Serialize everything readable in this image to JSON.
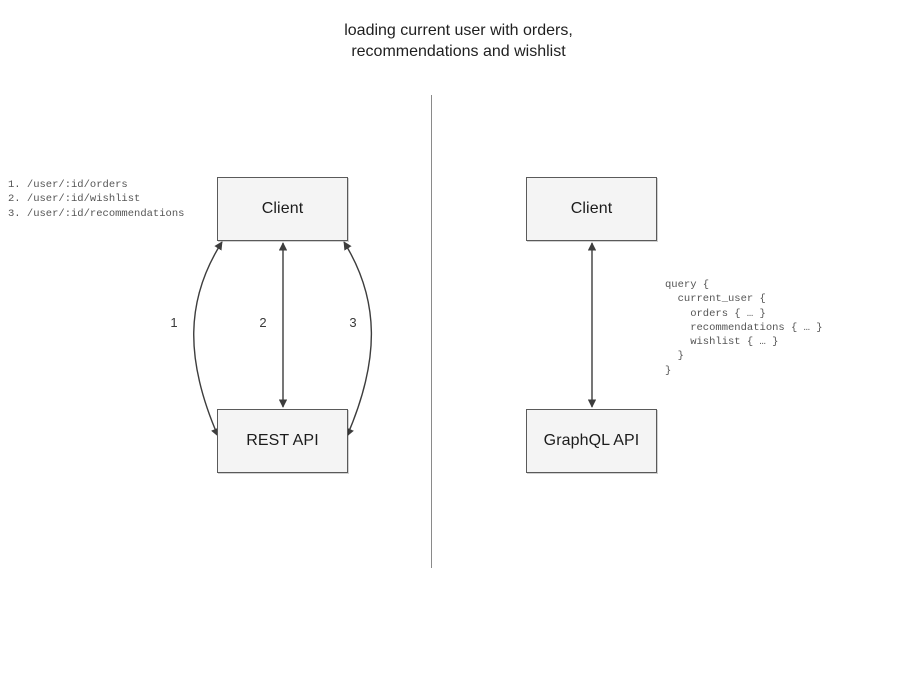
{
  "diagram": {
    "title": "loading current user with orders,\nrecommendations and wishlist",
    "divider_color": "#8a8a8a"
  },
  "rest_side": {
    "client_label": "Client",
    "api_label": "REST API",
    "endpoint_list": "1. /user/:id/orders\n2. /user/:id/wishlist\n3. /user/:id/recommendations",
    "edges": [
      {
        "label": "1",
        "style": "curve-left",
        "arrowheads": "both"
      },
      {
        "label": "2",
        "style": "straight",
        "arrowheads": "both"
      },
      {
        "label": "3",
        "style": "curve-right",
        "arrowheads": "both"
      }
    ]
  },
  "graphql_side": {
    "client_label": "Client",
    "api_label": "GraphQL API",
    "query": "query {\n  current_user {\n    orders { … }\n    recommendations { … }\n    wishlist { … }\n  }\n}",
    "edges": [
      {
        "label": "",
        "style": "straight",
        "arrowheads": "both"
      }
    ]
  },
  "style": {
    "node_fill": "#f4f4f4",
    "node_border": "#5a5a5a",
    "edge_color": "#3d3d3d",
    "code_color": "#555555"
  }
}
